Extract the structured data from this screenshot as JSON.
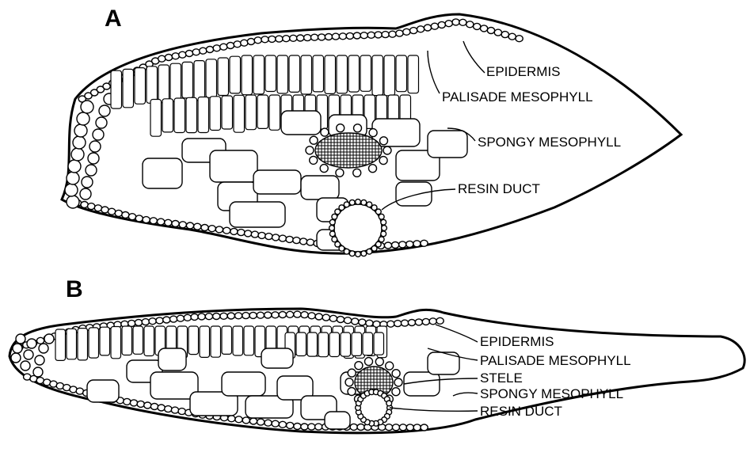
{
  "panels": [
    {
      "letter": "A",
      "labels": {
        "epidermis": "EPIDERMIS",
        "palisade": "PALISADE MESOPHYLL",
        "spongy": "SPONGY MESOPHYLL",
        "resin": "RESIN DUCT"
      }
    },
    {
      "letter": "B",
      "labels": {
        "epidermis": "EPIDERMIS",
        "palisade": "PALISADE MESOPHYLL",
        "stele": "STELE",
        "spongy": "SPONGY MESOPHYLL",
        "resin": "RESIN DUCT"
      }
    }
  ]
}
